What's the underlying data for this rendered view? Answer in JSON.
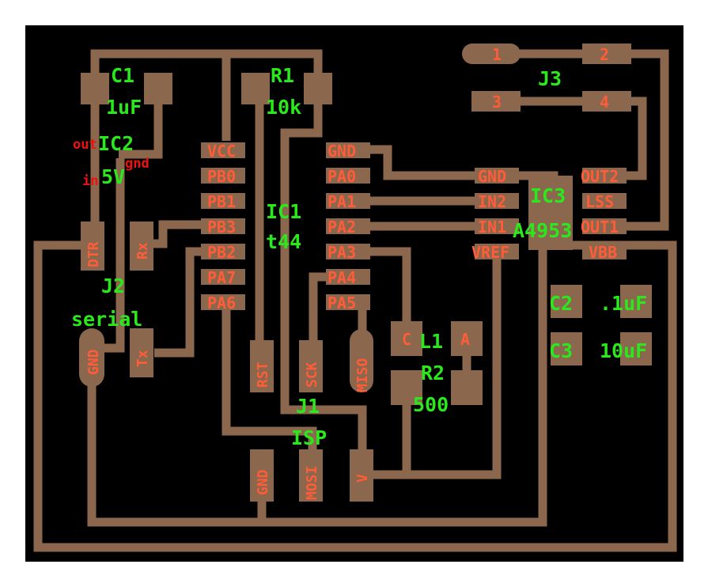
{
  "colors": {
    "background": "#000000",
    "copper": "#8B674E",
    "pad_label": "#FF5C38",
    "component_label": "#2BE81D",
    "marker_label": "#F01010"
  },
  "components": {
    "c1": {
      "ref": "C1",
      "value": "1uF"
    },
    "r1": {
      "ref": "R1",
      "value": "10k"
    },
    "ic2": {
      "ref": "IC2",
      "value": "5V",
      "pin_out": "out",
      "pin_gnd": "gnd",
      "pin_in": "in"
    },
    "ic1": {
      "ref": "IC1",
      "value": "t44"
    },
    "j2": {
      "ref": "J2",
      "value": "serial"
    },
    "j1": {
      "ref": "J1",
      "value": "ISP"
    },
    "l1": {
      "ref": "L1"
    },
    "r2": {
      "ref": "R2",
      "value": "500"
    },
    "j3": {
      "ref": "J3"
    },
    "ic3": {
      "ref": "IC3",
      "value": "A4953"
    },
    "c2": {
      "ref": "C2",
      "value": ".1uF"
    },
    "c3": {
      "ref": "C3",
      "value": "10uF"
    }
  },
  "ic1_pins_left": [
    "VCC",
    "PB0",
    "PB1",
    "PB3",
    "PB2",
    "PA7",
    "PA6"
  ],
  "ic1_pins_right": [
    "GND",
    "PA0",
    "PA1",
    "PA2",
    "PA3",
    "PA4",
    "PA5"
  ],
  "ic3_pins_left": [
    "GND",
    "IN2",
    "IN1",
    "VREF"
  ],
  "ic3_pins_right": [
    "OUT2",
    "LSS",
    "OUT1",
    "VBB"
  ],
  "j3_pins": [
    "1",
    "2",
    "3",
    "4"
  ],
  "j2_pins": [
    "DTR",
    "Rx",
    "GND",
    "Tx"
  ],
  "j1_pins": [
    "RST",
    "SCK",
    "MISO",
    "GND",
    "MOSI",
    "V"
  ],
  "led_pins": {
    "cathode": "C",
    "anode": "A"
  }
}
